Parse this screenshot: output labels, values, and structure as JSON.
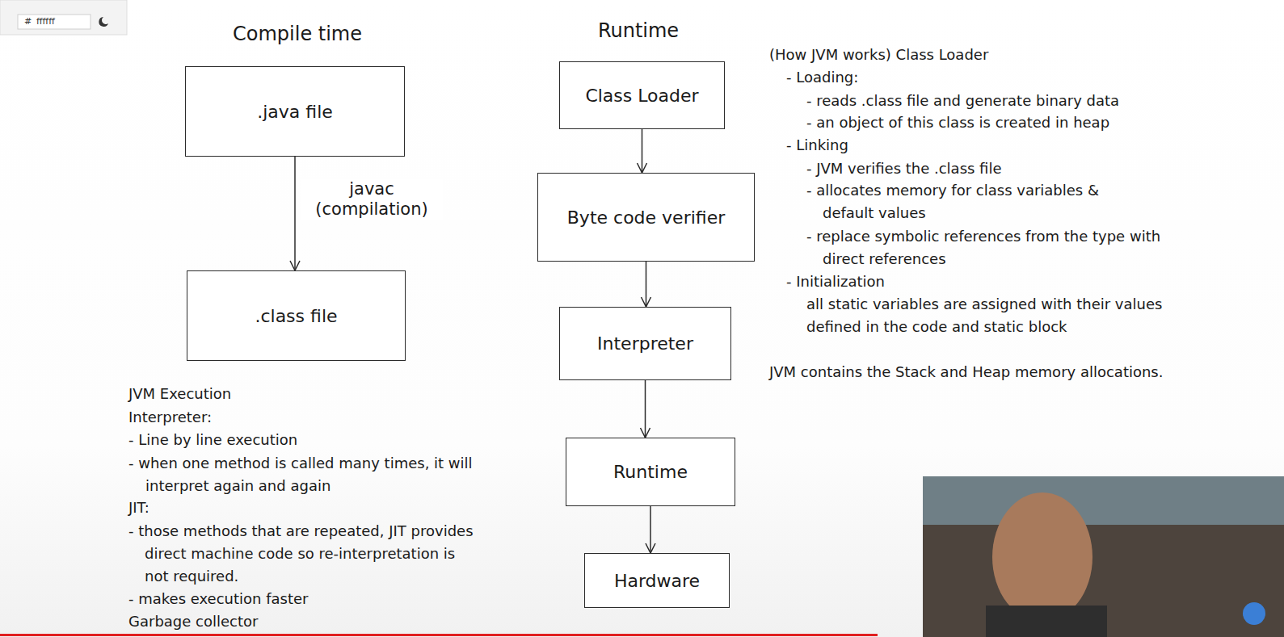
{
  "diagram": {
    "nodes": [
      {
        "text": [
          ".java file"
        ]
      },
      {
        "text": [
          ".class file"
        ]
      },
      {
        "text": [
          "Class Loader"
        ]
      },
      {
        "text": [
          "Byte code verifier"
        ]
      },
      {
        "text": [
          "Interpreter"
        ]
      },
      {
        "text": [
          "Runtime"
        ]
      },
      {
        "text": [
          "Hardware"
        ]
      }
    ],
    "edges": [
      {
        "from": 0,
        "to": 1,
        "label": "javac (compilation)",
        "arrow": "to"
      },
      {
        "from": 2,
        "to": 3,
        "arrow": "to"
      },
      {
        "from": 3,
        "to": 4,
        "arrow": "to"
      },
      {
        "from": 4,
        "to": 5,
        "arrow": "to"
      },
      {
        "from": 5,
        "to": 6,
        "arrow": "to"
      }
    ],
    "labels": [
      "#",
      "ffffff",
      "Compile time",
      "Runtime",
      "(How JVM works) Class Loader",
      "- Loading:",
      "- reads .class file and generate binary data",
      "- an object of this class is created in heap",
      "- Linking",
      "- JVM verifies the .class file",
      "- allocates memory for class variables & default values",
      "- replace symbolic references from the type with direct references",
      "- Initialization",
      "all static variables are assigned with their values defined in the code and static block",
      "JVM contains the Stack and Heap memory allocations.",
      "JVM Execution",
      "Interpreter:",
      "- Line by line execution",
      "- when one method is called many times, it will interpret again and again",
      "JIT:",
      "- those methods that are repeated, JIT provides direct machine code so re-interpretation is not required.",
      "- makes execution faster",
      "Garbage collector"
    ]
  }
}
